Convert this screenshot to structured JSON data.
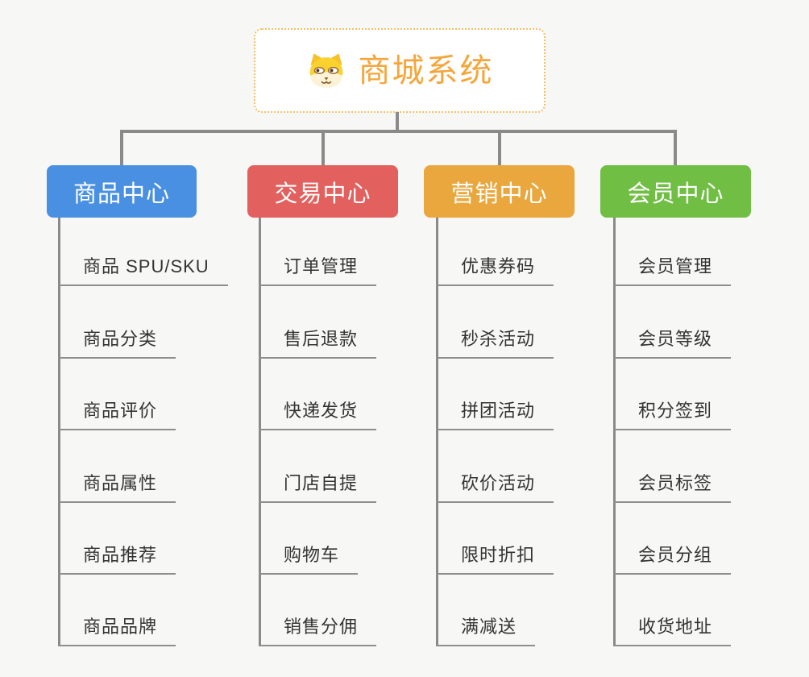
{
  "root": {
    "title": "商城系统",
    "icon": "dog-face-icon"
  },
  "branches": [
    {
      "label": "商品中心",
      "color": "#4A90E2",
      "items": [
        "商品 SPU/SKU",
        "商品分类",
        "商品评价",
        "商品属性",
        "商品推荐",
        "商品品牌"
      ]
    },
    {
      "label": "交易中心",
      "color": "#E2605E",
      "items": [
        "订单管理",
        "售后退款",
        "快递发货",
        "门店自提",
        "购物车",
        "销售分佣"
      ]
    },
    {
      "label": "营销中心",
      "color": "#EAA73E",
      "items": [
        "优惠券码",
        "秒杀活动",
        "拼团活动",
        "砍价活动",
        "限时折扣",
        "满减送"
      ]
    },
    {
      "label": "会员中心",
      "color": "#70BE44",
      "items": [
        "会员管理",
        "会员等级",
        "积分签到",
        "会员标签",
        "会员分组",
        "收货地址"
      ]
    }
  ],
  "colors": {
    "background": "#F7F7F5",
    "connector_line": "#8A8A8A",
    "subtopic_text": "#333333",
    "subtopic_underline": "#8E8E8E",
    "root_text": "#F5A63B",
    "root_border": "#F3BD67",
    "root_background": "#FFFFFF"
  }
}
